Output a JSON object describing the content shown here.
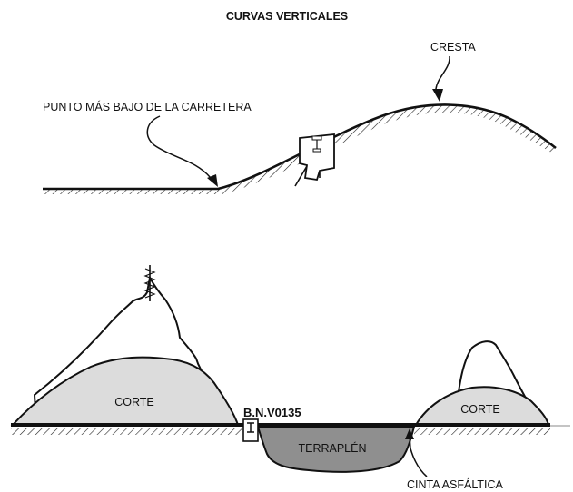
{
  "title": "CURVAS VERTICALES",
  "top_profile": {
    "crest_label": "CRESTA",
    "low_point_label": "PUNTO MÁS BAJO DE LA CARRETERA"
  },
  "bottom_section": {
    "cut_left_label": "CORTE",
    "cut_right_label": "CORTE",
    "benchmark_label": "B.N.V0135",
    "fill_label": "TERRAPLÉN",
    "asphalt_label": "CINTA ASFÁLTICA"
  },
  "colors": {
    "ink": "#111111",
    "cut_fill": "#dcdcdc",
    "fill_fill": "#8f8f8f"
  }
}
